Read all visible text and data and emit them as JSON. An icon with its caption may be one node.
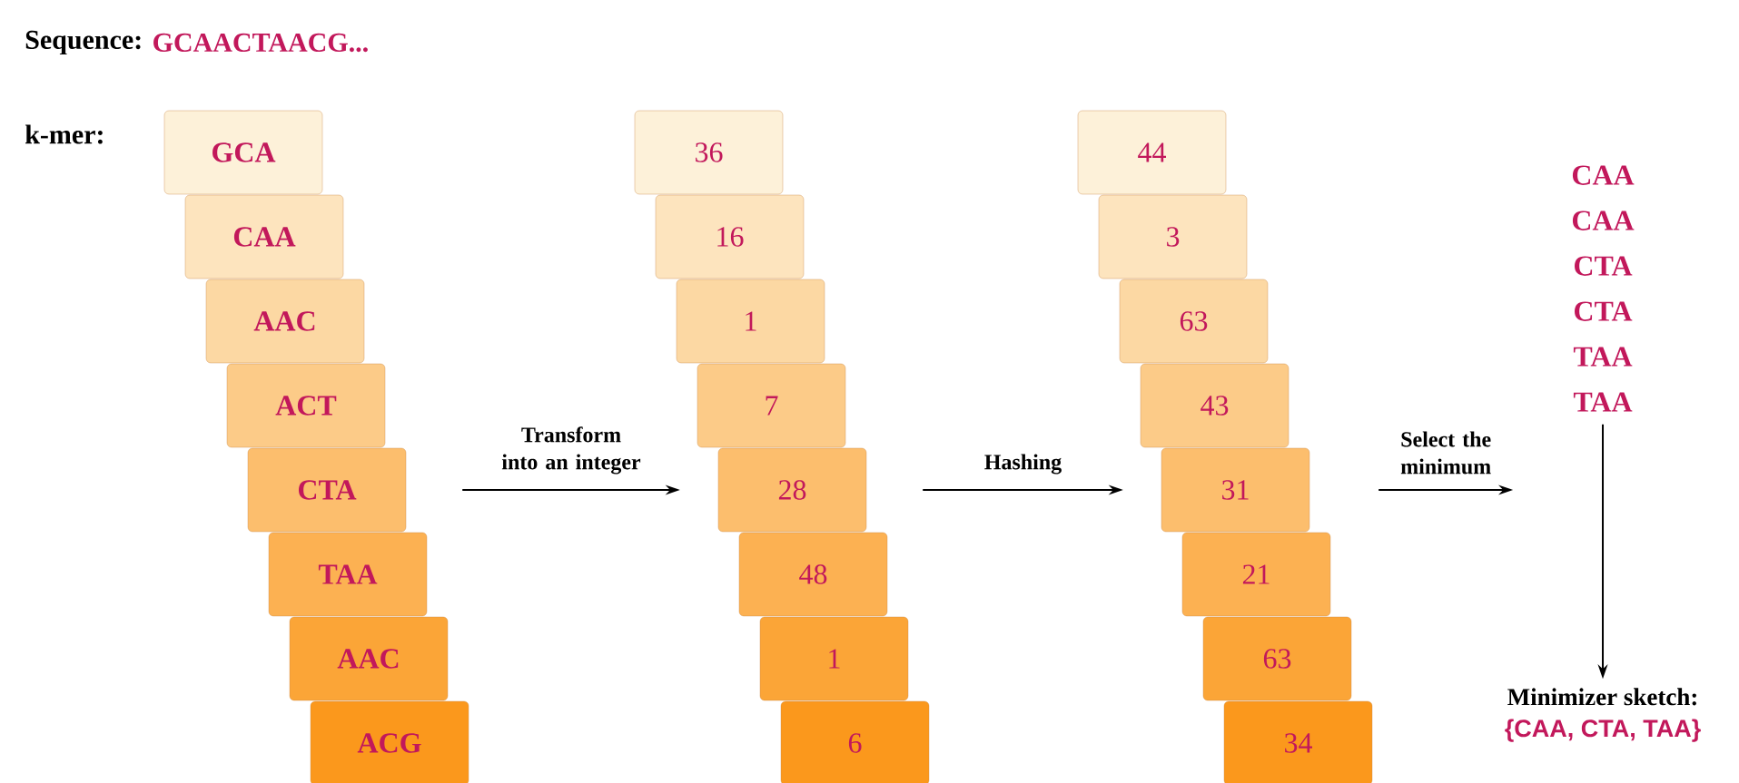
{
  "diagram": {
    "nodes": [
      {
        "text": [
          "GCA"
        ]
      },
      {
        "text": [
          "CAA"
        ]
      },
      {
        "text": [
          "AAC"
        ]
      },
      {
        "text": [
          "ACT"
        ]
      },
      {
        "text": [
          "CTA"
        ]
      },
      {
        "text": [
          "TAA"
        ]
      },
      {
        "text": [
          "AAC"
        ]
      },
      {
        "text": [
          "ACG"
        ]
      },
      {
        "text": [
          "36"
        ]
      },
      {
        "text": [
          "16"
        ]
      },
      {
        "text": [
          "1"
        ]
      },
      {
        "text": [
          "7"
        ]
      },
      {
        "text": [
          "28"
        ]
      },
      {
        "text": [
          "48"
        ]
      },
      {
        "text": [
          "1"
        ]
      },
      {
        "text": [
          "6"
        ]
      },
      {
        "text": [
          "44"
        ]
      },
      {
        "text": [
          "3"
        ]
      },
      {
        "text": [
          "63"
        ]
      },
      {
        "text": [
          "43"
        ]
      },
      {
        "text": [
          "31"
        ]
      },
      {
        "text": [
          "21"
        ]
      },
      {
        "text": [
          "63"
        ]
      },
      {
        "text": [
          "34"
        ]
      },
      {
        "text": [
          "CAA",
          "CAA",
          "CTA",
          "CTA",
          "TAA",
          "TAA"
        ]
      },
      {
        "text": [
          "Minimizer sketch:",
          "{CAA, CTA, TAA}"
        ]
      }
    ],
    "edges": [
      {
        "from": 4,
        "to": 12,
        "arrow": "to",
        "label": "Transform into an integer"
      },
      {
        "from": 12,
        "to": 20,
        "arrow": "to",
        "label": "Hashing"
      },
      {
        "from": 20,
        "to": 24,
        "arrow": "to",
        "label": "Select the minimum"
      },
      {
        "from": 24,
        "to": 25,
        "arrow": "to"
      }
    ],
    "labels": [
      "Sequence:",
      "GCAACTAACG...",
      "k-mer:"
    ]
  }
}
